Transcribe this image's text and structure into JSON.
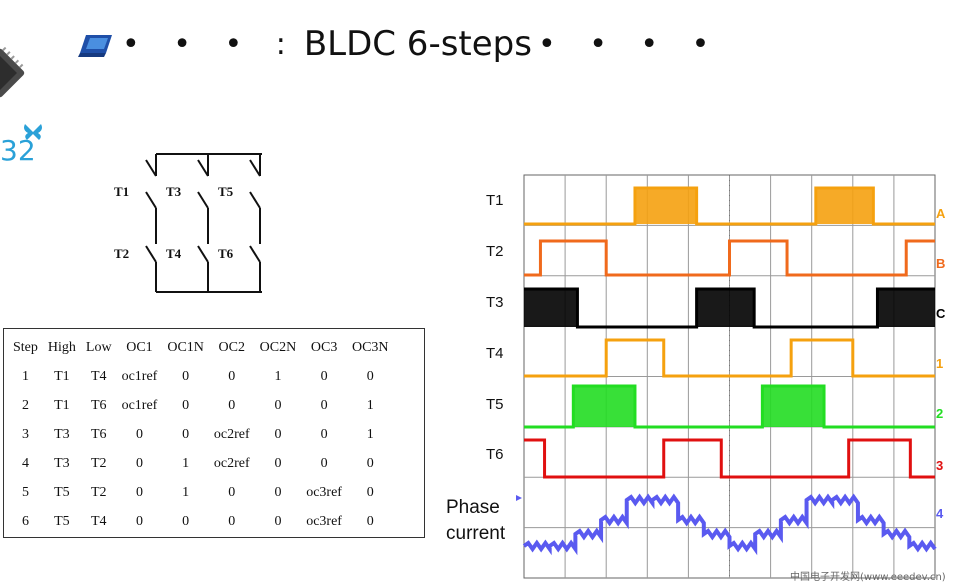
{
  "slide": {
    "title": "BLDC 6-steps",
    "dots_left": "• • • :",
    "dots_right": "• • • •",
    "logo_text": "32"
  },
  "bridge": {
    "switches": [
      "T1",
      "T3",
      "T5",
      "T2",
      "T4",
      "T6"
    ]
  },
  "table": {
    "headers": [
      "Step",
      "High",
      "Low",
      "OC1",
      "OC1N",
      "OC2",
      "OC2N",
      "OC3",
      "OC3N"
    ],
    "rows": [
      [
        "1",
        "T1",
        "T4",
        "oc1ref",
        "0",
        "0",
        "1",
        "0",
        "0"
      ],
      [
        "2",
        "T1",
        "T6",
        "oc1ref",
        "0",
        "0",
        "0",
        "0",
        "1"
      ],
      [
        "3",
        "T3",
        "T6",
        "0",
        "0",
        "oc2ref",
        "0",
        "0",
        "1"
      ],
      [
        "4",
        "T3",
        "T2",
        "0",
        "1",
        "oc2ref",
        "0",
        "0",
        "0"
      ],
      [
        "5",
        "T5",
        "T2",
        "0",
        "1",
        "0",
        "0",
        "oc3ref",
        "0"
      ],
      [
        "6",
        "T5",
        "T4",
        "0",
        "0",
        "0",
        "0",
        "oc3ref",
        "0"
      ]
    ]
  },
  "scope": {
    "traces": [
      {
        "label": "T1",
        "marker": "A",
        "color": "#f5a10f"
      },
      {
        "label": "T2",
        "marker": "B",
        "color": "#f06a1c"
      },
      {
        "label": "T3",
        "marker": "C",
        "color": "#000000"
      },
      {
        "label": "T4",
        "marker": "1",
        "color": "#f5a10f"
      },
      {
        "label": "T5",
        "marker": "2",
        "color": "#22dd22"
      },
      {
        "label": "T6",
        "marker": "3",
        "color": "#e01010"
      }
    ],
    "phase_label_1": "Phase",
    "phase_label_2": "current",
    "phase_marker": "4",
    "phase_color": "#5a5af0"
  },
  "watermark": "中国电子开发网(www.eeedev.cn)"
}
